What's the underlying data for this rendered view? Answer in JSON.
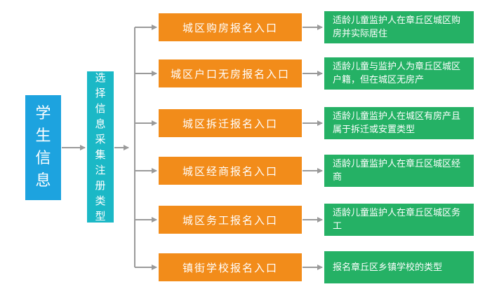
{
  "student_info": "学生信息",
  "select_type": "选择信息采集注册类型",
  "entries": [
    {
      "label": "城区购房报名入口",
      "desc": "适龄儿童监护人在章丘区城区购房并实际居住"
    },
    {
      "label": "城区户口无房报名入口",
      "desc": "适龄儿童与监护人为章丘区城区户籍，但在城区无房产"
    },
    {
      "label": "城区拆迁报名入口",
      "desc": "适龄儿童监护人在城区有房产且属于拆迁或安置类型"
    },
    {
      "label": "城区经商报名入口",
      "desc": "适龄儿童监护人在章丘区城区经商"
    },
    {
      "label": "城区务工报名入口",
      "desc": "适龄儿童监护人在章丘区城区务工"
    },
    {
      "label": "镇街学校报名入口",
      "desc": "报名章丘区乡镇学校的类型"
    }
  ],
  "colors": {
    "student": "#1da3df",
    "select": "#1bb8c6",
    "entry": "#f28c1a",
    "desc": "#25b165",
    "connector": "#9a9a9a"
  }
}
